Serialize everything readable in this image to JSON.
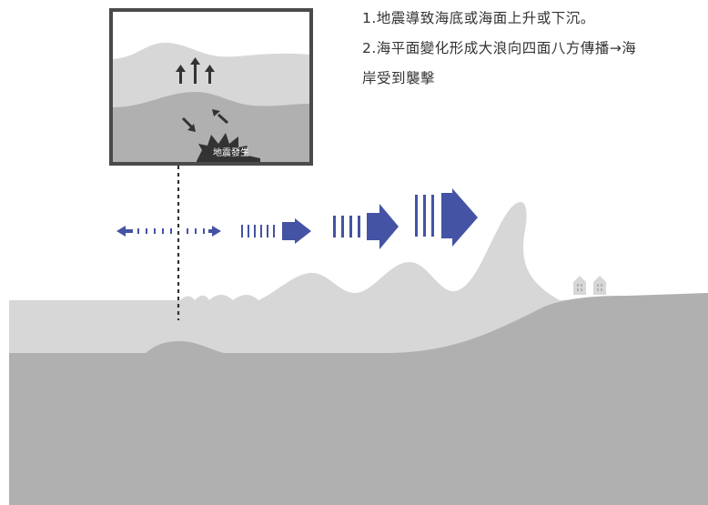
{
  "notes": {
    "line1": "1.地震導致海底或海面上升或下沉。",
    "line2": "2.海平面變化形成大浪向四面八方傳播→海",
    "line3": "岸受到襲擊"
  },
  "inset": {
    "epicenter_label": "地震發生"
  },
  "colors": {
    "sea": "#d7d7d8",
    "seabed": "#b0b0b0",
    "arrow_blue": "#4453a3",
    "frame": "#4a4a4a",
    "arrow_dark": "#333333"
  }
}
